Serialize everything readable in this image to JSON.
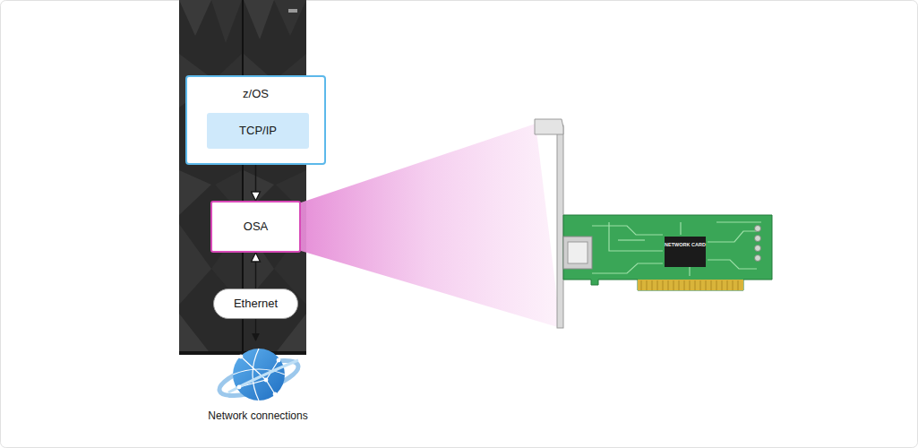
{
  "diagram": {
    "nodes": [
      {
        "text": [
          "z/OS"
        ]
      },
      {
        "text": [
          "TCP/IP"
        ],
        "in": 0
      },
      {
        "text": [
          "OSA"
        ]
      },
      {
        "text": [
          "Ethernet"
        ]
      },
      {
        "text": [
          "Network connections"
        ]
      }
    ],
    "edges": [
      {
        "from": 1,
        "to": 2,
        "arrow": "both"
      },
      {
        "from": 3,
        "to": 2,
        "arrow": "to"
      },
      {
        "from": 3,
        "to": 4,
        "arrow": "to"
      }
    ],
    "labels": [
      "NETWORK CARD"
    ]
  }
}
